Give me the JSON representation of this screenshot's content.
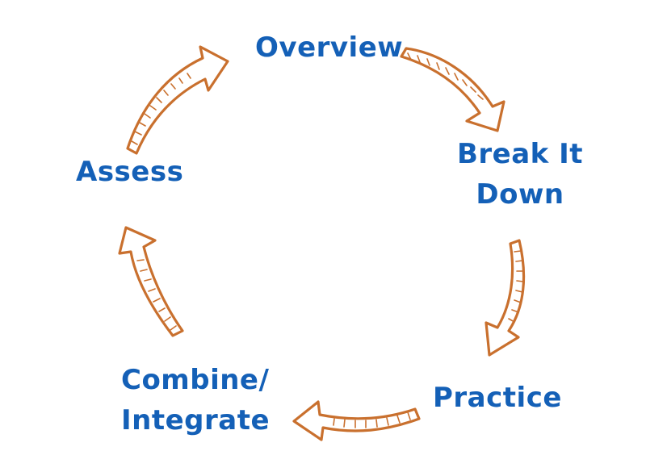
{
  "colors": {
    "label": "#1460b7",
    "arrow": "#c9702e",
    "background": "#ffffff"
  },
  "cycle": {
    "steps": [
      {
        "id": "overview",
        "text": "Overview"
      },
      {
        "id": "break-it-down",
        "line1": "Break It",
        "line2": "Down"
      },
      {
        "id": "practice",
        "text": "Practice"
      },
      {
        "id": "combine-integrate",
        "line1": "Combine/",
        "line2": "Integrate"
      },
      {
        "id": "assess",
        "text": "Assess"
      }
    ],
    "arrow_icon": "curved-arrow-icon"
  }
}
